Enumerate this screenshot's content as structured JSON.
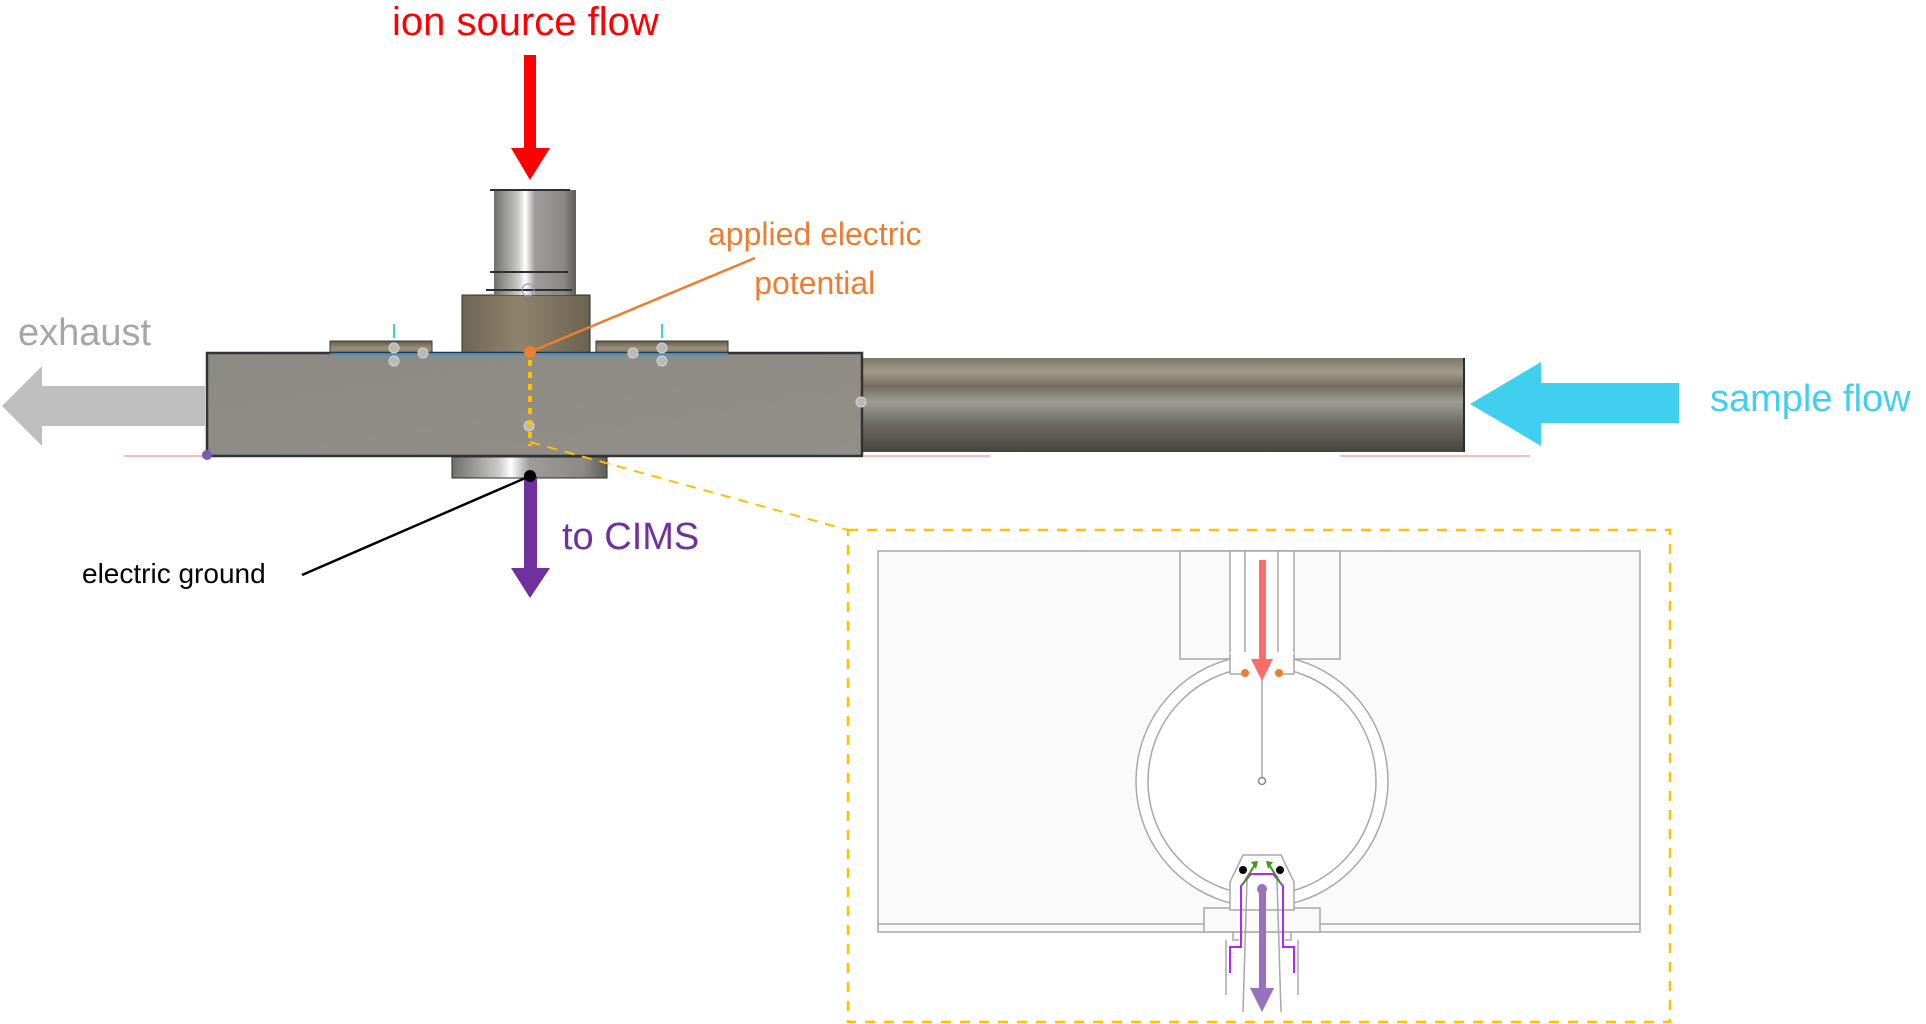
{
  "figure": {
    "description": "Ion source assembly side view with cross-section inset",
    "labels": {
      "ion_source_flow": "ion source flow",
      "exhaust": "exhaust",
      "applied_potential_line1": "applied electric",
      "applied_potential_line2": "potential",
      "sample_flow": "sample flow",
      "to_cims": "to CIMS",
      "electric_ground": "electric ground"
    },
    "colors": {
      "ion_source_flow": "#ff0000",
      "exhaust": "#bfbfbf",
      "applied_potential": "#ed7d31",
      "sample_flow": "#40cfef",
      "to_cims": "#7030a0",
      "electric_ground": "#000000",
      "inset_border": "#ffc000",
      "inset_ion_arrow": "#ff6b6b",
      "inset_cims_arrow": "#9b70c0",
      "inset_electrode_path": "#b026ff",
      "inset_field_arrows": "#3a9a1a"
    },
    "icons": {
      "ion_source_arrow": "arrow-down-icon",
      "exhaust_arrow": "arrow-left-icon",
      "sample_arrow": "arrow-left-icon",
      "cims_arrow": "arrow-down-icon"
    }
  }
}
